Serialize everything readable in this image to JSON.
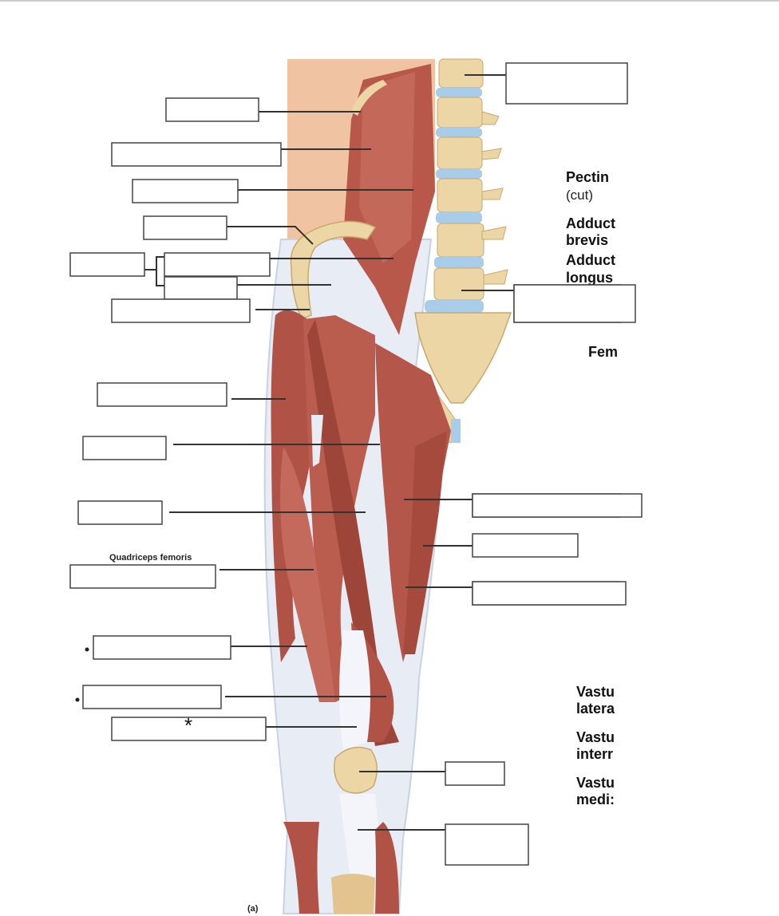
{
  "figure": {
    "panel_letter": "(a)",
    "quadriceps_label": "Quadriceps femoris",
    "asterisk": "*",
    "colors": {
      "muscle": "#b8584a",
      "muscle_dark": "#8f3a30",
      "tendon": "#e8ecf4",
      "bone": "#ecd6a6",
      "disc": "#a9cde8",
      "skin": "#f0c3a2"
    }
  },
  "partial_labels": {
    "pectineus": [
      "Pectin",
      "(cut)"
    ],
    "adductor_brevis": [
      "Adduct",
      "brevis"
    ],
    "adductor_longus": [
      "Adduct",
      "longus"
    ],
    "femur": [
      "Fem"
    ],
    "vastus_lateralis": [
      "Vastu",
      "latera"
    ],
    "vastus_intermedius": [
      "Vastu",
      "interr"
    ],
    "vastus_medialis": [
      "Vastu",
      "medi:"
    ]
  }
}
